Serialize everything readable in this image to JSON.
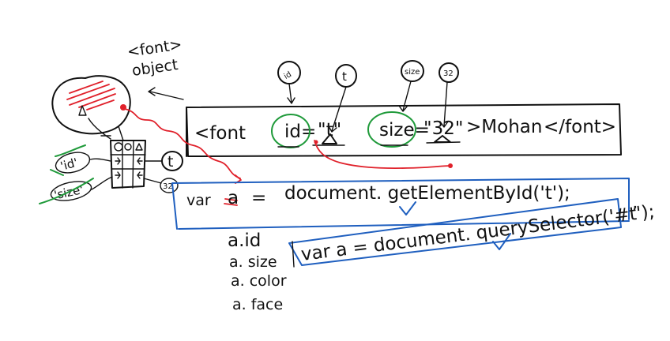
{
  "object_label": {
    "line1": "<font>",
    "line2": "object"
  },
  "html_markup": {
    "open": "<font",
    "id_attr": "id=",
    "id_value": "\"t\"",
    "size_attr": "size=",
    "size_value": "\"32\"",
    "content": ">Mohan",
    "close": "</font>"
  },
  "balloons": {
    "id": "id",
    "t": "t",
    "size": "size",
    "n32": "32"
  },
  "left_tags": {
    "id": "'id'",
    "size": "'size'",
    "t": "t",
    "n32": "32"
  },
  "code": {
    "line1": {
      "kw": "var",
      "name": "a",
      "eq": "=",
      "expr": "document. getElementById('t');"
    },
    "line2": "var a = document. querySelector('#t');",
    "trailing_comma": ","
  },
  "props": [
    "a.id",
    "a. size",
    "a. color",
    "a. face"
  ],
  "colors": {
    "ink": "#111111",
    "red": "#e0202a",
    "green": "#1f9a3a",
    "blue": "#1f5fbf"
  }
}
